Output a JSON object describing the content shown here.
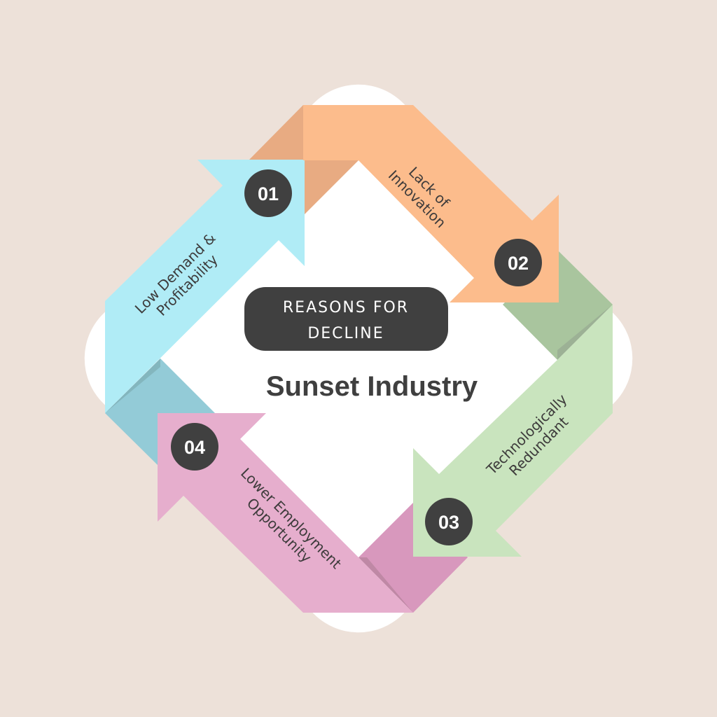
{
  "colors": {
    "background": "#ede1d9",
    "panel": "#ffffff",
    "dark": "#404040",
    "blue": "#b0ecf6",
    "blue_fold": "#93cbd7",
    "orange": "#fcbc8c",
    "orange_fold": "#e8ab82",
    "green": "#c9e4be",
    "green_fold": "#a9c59e",
    "pink": "#e6aecd",
    "pink_fold": "#d898bd"
  },
  "center": {
    "pill_line1": "REASONS FOR",
    "pill_line2": "DECLINE",
    "title": "Sunset Industry"
  },
  "steps": [
    {
      "number": "01",
      "line1": "Low Demand &",
      "line2": "Profitability"
    },
    {
      "number": "02",
      "line1": "Lack of",
      "line2": "Innovation"
    },
    {
      "number": "03",
      "line1": "Technologically",
      "line2": "Redundant"
    },
    {
      "number": "04",
      "line1": "Lower Employment",
      "line2": "Opportunity"
    }
  ]
}
